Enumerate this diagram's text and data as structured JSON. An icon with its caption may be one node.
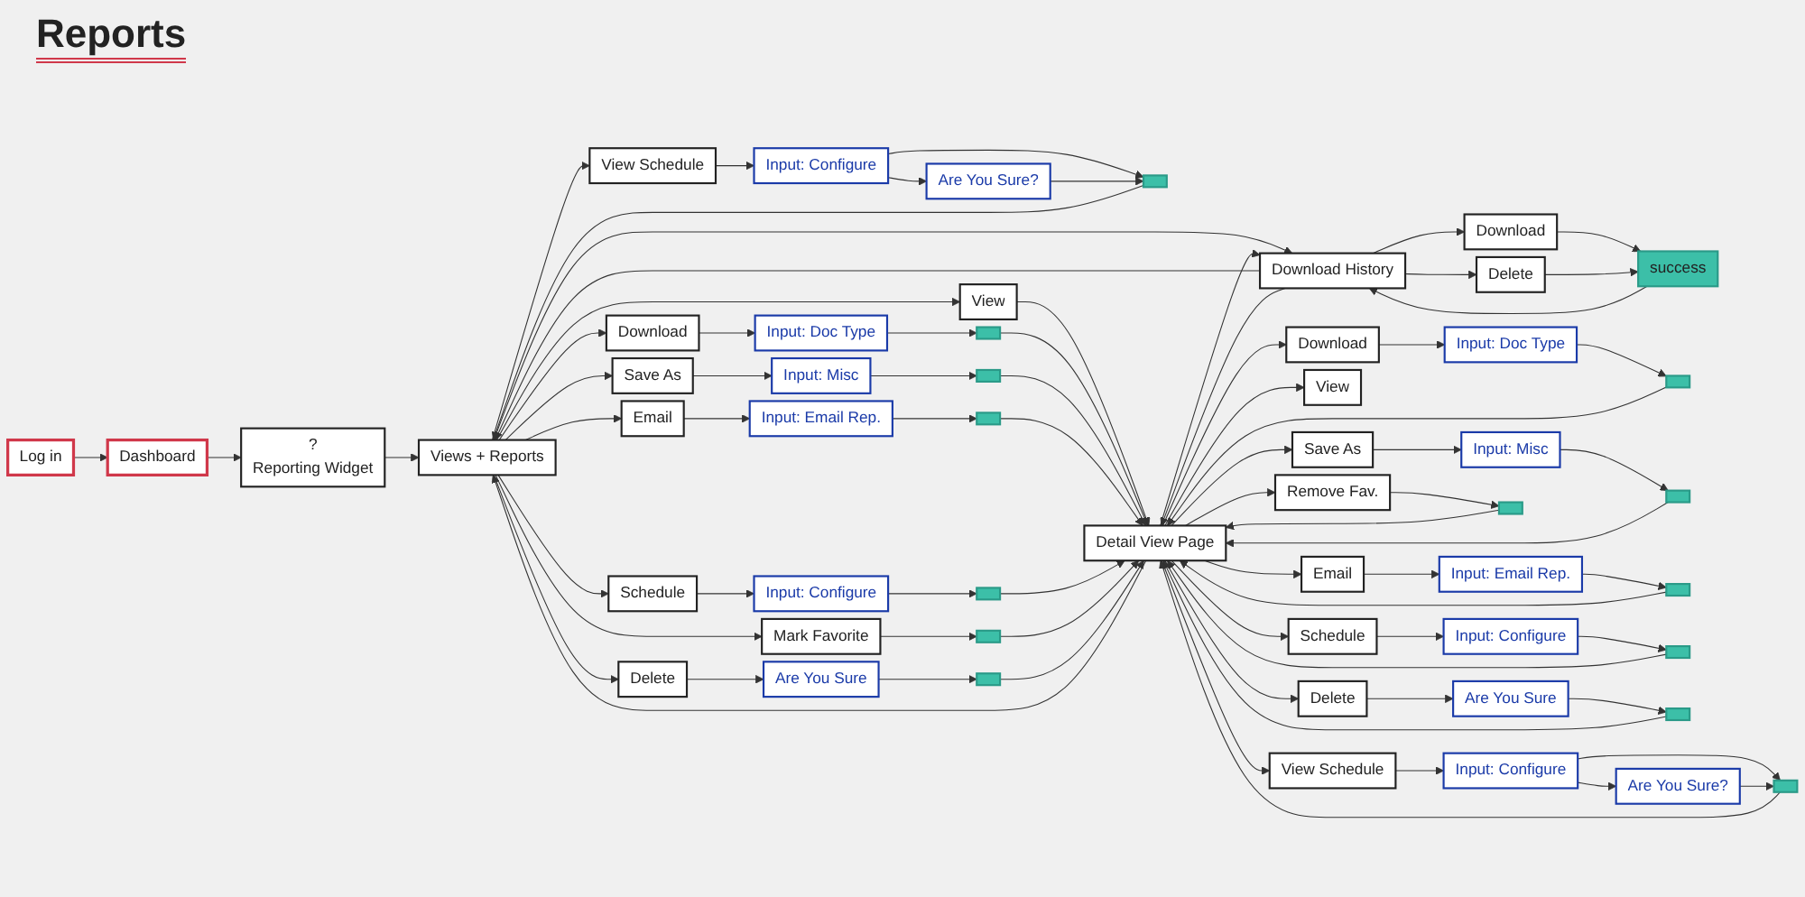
{
  "diagram": {
    "title": "Reports",
    "nodes": [
      {
        "text": [
          "Log in"
        ]
      },
      {
        "text": [
          "Dashboard"
        ]
      },
      {
        "text": [
          "?",
          "Reporting Widget"
        ]
      },
      {
        "text": [
          "Views + Reports"
        ]
      },
      {
        "text": [
          "View"
        ]
      },
      {
        "text": [
          "Download"
        ]
      },
      {
        "text": [
          "Input: Doc Type"
        ]
      },
      {
        "text": [],
        "shape": "box"
      },
      {
        "text": [
          "Save As"
        ]
      },
      {
        "text": [
          "Input: Misc"
        ]
      },
      {
        "text": [],
        "shape": "box"
      },
      {
        "text": [
          "Email"
        ]
      },
      {
        "text": [
          "Input: Email Rep."
        ]
      },
      {
        "text": [],
        "shape": "box"
      },
      {
        "text": [
          "Schedule"
        ]
      },
      {
        "text": [
          "Input: Configure"
        ]
      },
      {
        "text": [],
        "shape": "box"
      },
      {
        "text": [
          "Mark Favorite"
        ]
      },
      {
        "text": [],
        "shape": "box"
      },
      {
        "text": [
          "Delete"
        ]
      },
      {
        "text": [
          "Are You Sure"
        ]
      },
      {
        "text": [],
        "shape": "box"
      },
      {
        "text": [
          "View Schedule"
        ]
      },
      {
        "text": [
          "Input: Configure"
        ]
      },
      {
        "text": [
          "Are You Sure?"
        ]
      },
      {
        "text": [],
        "shape": "box"
      },
      {
        "text": [
          "Download History"
        ]
      },
      {
        "text": [
          "Download"
        ]
      },
      {
        "text": [
          "Delete"
        ]
      },
      {
        "text": [
          "success"
        ]
      },
      {
        "text": [
          "Detail View Page"
        ]
      },
      {
        "text": [
          "Download"
        ]
      },
      {
        "text": [
          "Input: Doc Type"
        ]
      },
      {
        "text": [],
        "shape": "box"
      },
      {
        "text": [
          "View"
        ]
      },
      {
        "text": [
          "Save As"
        ]
      },
      {
        "text": [
          "Input: Misc"
        ]
      },
      {
        "text": [],
        "shape": "box"
      },
      {
        "text": [
          "Email"
        ]
      },
      {
        "text": [
          "Input: Email Rep."
        ]
      },
      {
        "text": [],
        "shape": "box"
      },
      {
        "text": [
          "Schedule"
        ]
      },
      {
        "text": [
          "Input: Configure"
        ]
      },
      {
        "text": [],
        "shape": "box"
      },
      {
        "text": [
          "Remove Fav."
        ]
      },
      {
        "text": [],
        "shape": "box"
      },
      {
        "text": [
          "Delete"
        ]
      },
      {
        "text": [
          "Are You Sure"
        ]
      },
      {
        "text": [],
        "shape": "box"
      },
      {
        "text": [
          "View Schedule"
        ]
      },
      {
        "text": [
          "Input: Configure"
        ]
      },
      {
        "text": [
          "Are You Sure?"
        ]
      },
      {
        "text": [],
        "shape": "box"
      }
    ],
    "edges": [
      {
        "from": 0,
        "to": 1,
        "arrow": "to"
      },
      {
        "from": 1,
        "to": 2,
        "arrow": "to"
      },
      {
        "from": 2,
        "to": 3,
        "arrow": "to"
      },
      {
        "from": 3,
        "to": 4,
        "arrow": "to"
      },
      {
        "from": 3,
        "to": 5,
        "arrow": "to"
      },
      {
        "from": 3,
        "to": 8,
        "arrow": "to"
      },
      {
        "from": 3,
        "to": 11,
        "arrow": "to"
      },
      {
        "from": 3,
        "to": 14,
        "arrow": "to"
      },
      {
        "from": 3,
        "to": 17,
        "arrow": "to"
      },
      {
        "from": 3,
        "to": 19,
        "arrow": "to"
      },
      {
        "from": 3,
        "to": 22,
        "arrow": "to"
      },
      {
        "from": 5,
        "to": 6,
        "arrow": "to"
      },
      {
        "from": 6,
        "to": 7,
        "arrow": "to"
      },
      {
        "from": 8,
        "to": 9,
        "arrow": "to"
      },
      {
        "from": 9,
        "to": 10,
        "arrow": "to"
      },
      {
        "from": 11,
        "to": 12,
        "arrow": "to"
      },
      {
        "from": 12,
        "to": 13,
        "arrow": "to"
      },
      {
        "from": 14,
        "to": 15,
        "arrow": "to"
      },
      {
        "from": 15,
        "to": 16,
        "arrow": "to"
      },
      {
        "from": 17,
        "to": 18,
        "arrow": "to"
      },
      {
        "from": 19,
        "to": 20,
        "arrow": "to"
      },
      {
        "from": 20,
        "to": 21,
        "arrow": "to"
      },
      {
        "from": 22,
        "to": 23,
        "arrow": "to"
      },
      {
        "from": 23,
        "to": 24,
        "arrow": "to"
      },
      {
        "from": 23,
        "to": 25,
        "arrow": "to"
      },
      {
        "from": 24,
        "to": 25,
        "arrow": "to"
      },
      {
        "from": 3,
        "to": 26,
        "arrow": "to"
      },
      {
        "from": 26,
        "to": 3,
        "arrow": "to"
      },
      {
        "from": 4,
        "to": 30,
        "arrow": "to"
      },
      {
        "from": 7,
        "to": 30,
        "arrow": "to"
      },
      {
        "from": 10,
        "to": 30,
        "arrow": "to"
      },
      {
        "from": 13,
        "to": 30,
        "arrow": "to"
      },
      {
        "from": 16,
        "to": 30,
        "arrow": "to"
      },
      {
        "from": 18,
        "to": 30,
        "arrow": "to"
      },
      {
        "from": 21,
        "to": 30,
        "arrow": "to"
      },
      {
        "from": 25,
        "to": 3,
        "arrow": "to"
      },
      {
        "from": 30,
        "to": 3,
        "arrow": "to"
      },
      {
        "from": 26,
        "to": 27,
        "arrow": "to"
      },
      {
        "from": 26,
        "to": 28,
        "arrow": "to"
      },
      {
        "from": 27,
        "to": 29,
        "arrow": "to"
      },
      {
        "from": 28,
        "to": 29,
        "arrow": "to"
      },
      {
        "from": 29,
        "to": 26,
        "arrow": "to"
      },
      {
        "from": 26,
        "to": 30,
        "arrow": "to"
      },
      {
        "from": 30,
        "to": 26,
        "arrow": "to"
      },
      {
        "from": 30,
        "to": 31,
        "arrow": "to"
      },
      {
        "from": 30,
        "to": 34,
        "arrow": "to"
      },
      {
        "from": 30,
        "to": 35,
        "arrow": "to"
      },
      {
        "from": 30,
        "to": 38,
        "arrow": "to"
      },
      {
        "from": 30,
        "to": 41,
        "arrow": "to"
      },
      {
        "from": 30,
        "to": 44,
        "arrow": "to"
      },
      {
        "from": 30,
        "to": 46,
        "arrow": "to"
      },
      {
        "from": 30,
        "to": 49,
        "arrow": "to"
      },
      {
        "from": 31,
        "to": 32,
        "arrow": "to"
      },
      {
        "from": 32,
        "to": 33,
        "arrow": "to"
      },
      {
        "from": 35,
        "to": 36,
        "arrow": "to"
      },
      {
        "from": 36,
        "to": 37,
        "arrow": "to"
      },
      {
        "from": 38,
        "to": 39,
        "arrow": "to"
      },
      {
        "from": 39,
        "to": 40,
        "arrow": "to"
      },
      {
        "from": 41,
        "to": 42,
        "arrow": "to"
      },
      {
        "from": 42,
        "to": 43,
        "arrow": "to"
      },
      {
        "from": 44,
        "to": 45,
        "arrow": "to"
      },
      {
        "from": 46,
        "to": 47,
        "arrow": "to"
      },
      {
        "from": 47,
        "to": 48,
        "arrow": "to"
      },
      {
        "from": 49,
        "to": 50,
        "arrow": "to"
      },
      {
        "from": 50,
        "to": 51,
        "arrow": "to"
      },
      {
        "from": 50,
        "to": 52,
        "arrow": "to"
      },
      {
        "from": 51,
        "to": 52,
        "arrow": "to"
      },
      {
        "from": 33,
        "to": 30,
        "arrow": "to"
      },
      {
        "from": 37,
        "to": 30,
        "arrow": "to"
      },
      {
        "from": 40,
        "to": 30,
        "arrow": "to"
      },
      {
        "from": 43,
        "to": 30,
        "arrow": "to"
      },
      {
        "from": 45,
        "to": 30,
        "arrow": "to"
      },
      {
        "from": 48,
        "to": 30,
        "arrow": "to"
      },
      {
        "from": 52,
        "to": 30,
        "arrow": "to"
      }
    ]
  }
}
